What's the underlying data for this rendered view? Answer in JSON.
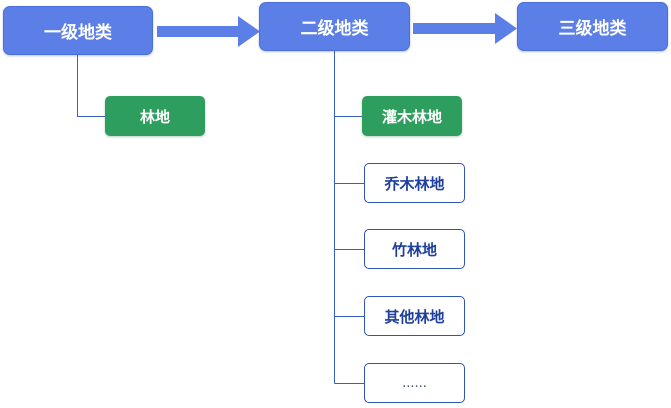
{
  "levels": {
    "level1": "一级地类",
    "level2": "二级地类",
    "level3": "三级地类"
  },
  "level1_children": [
    {
      "label": "林地",
      "highlighted": true
    }
  ],
  "level2_children": [
    {
      "label": "灌木林地",
      "highlighted": true
    },
    {
      "label": "乔木林地",
      "highlighted": false
    },
    {
      "label": "竹林地",
      "highlighted": false
    },
    {
      "label": "其他林地",
      "highlighted": false
    },
    {
      "label": "......",
      "highlighted": false
    }
  ],
  "colors": {
    "level_box": "#5b7fe6",
    "arrow": "#5b7fe6",
    "highlight": "#2e9e5f",
    "outline_border": "#2f53b6",
    "outline_text": "#1f3f9c",
    "connector": "#3a5fc4"
  }
}
